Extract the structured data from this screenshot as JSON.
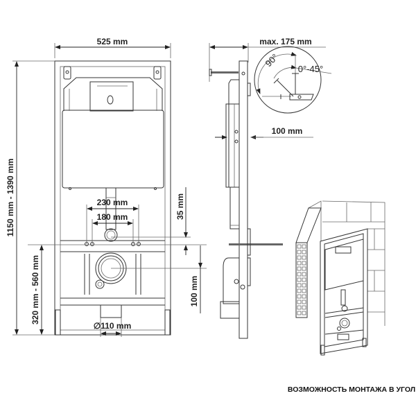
{
  "front_view": {
    "width_label": "525 mm",
    "height_range_label": "1150 mm - 1390 mm",
    "outlet_height_label": "320 mm - 560 mm",
    "bolt_outer_spacing_label": "230 mm",
    "bolt_inner_spacing_label": "180 mm",
    "inlet_offset_label": "35 mm",
    "drain_offset_label": "100 mm",
    "drain_diameter_label": "∅110 mm"
  },
  "side_view": {
    "max_depth_label": "max. 175 mm",
    "frame_depth_label": "100 mm",
    "angle_detail": {
      "angle_90_label": "90°",
      "angle_range_label": "0°-45°"
    }
  },
  "corner_view": {
    "caption": "ВОЗМОЖНОСТЬ МОНТАЖА В УГОЛ"
  },
  "colors": {
    "line": "#333333",
    "background": "#ffffff"
  }
}
